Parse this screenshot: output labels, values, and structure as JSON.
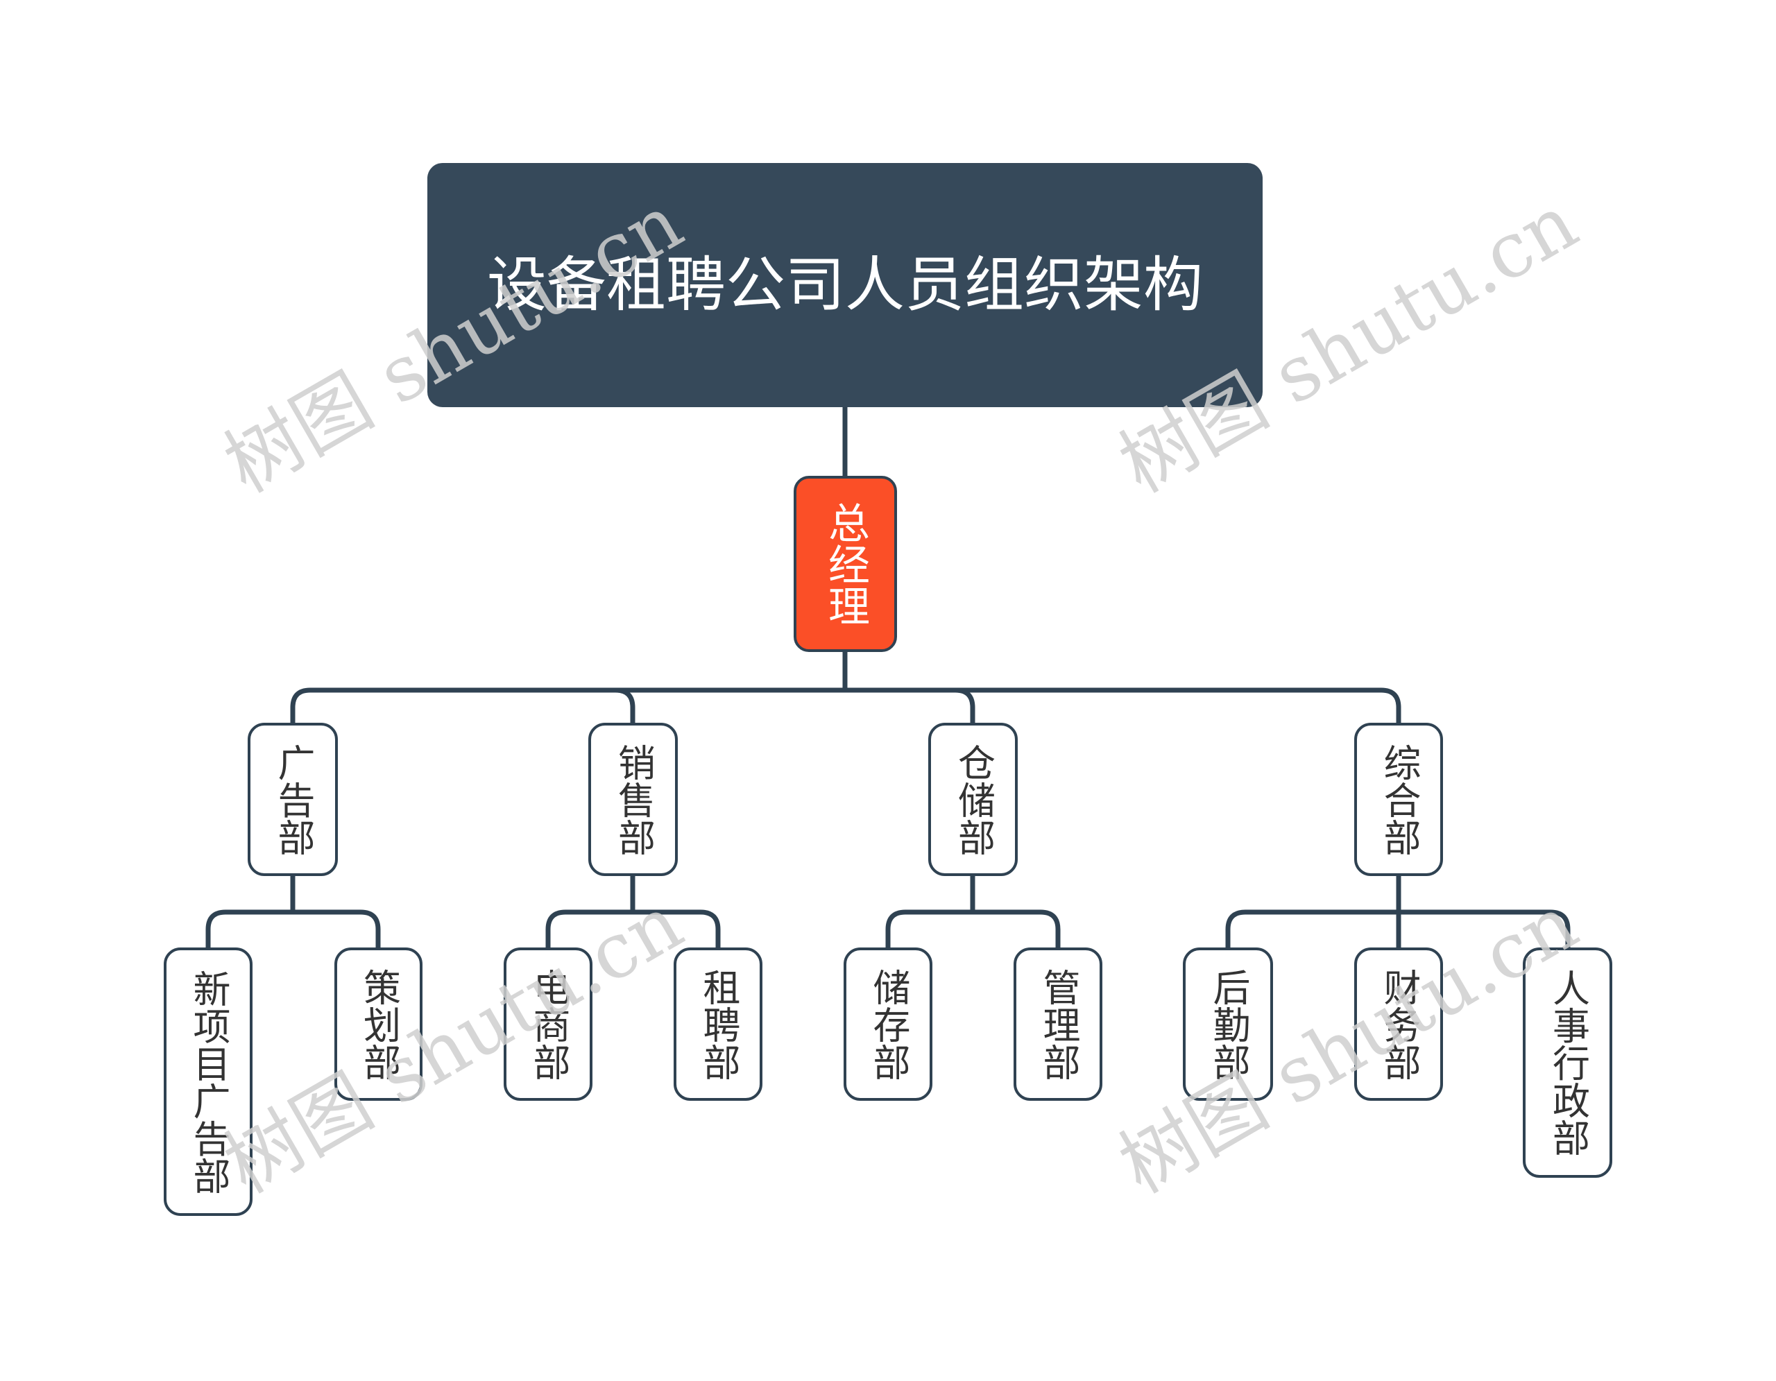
{
  "root": {
    "title": "设备租聘公司人员组织架构"
  },
  "general_manager": {
    "label": "总经理"
  },
  "departments": [
    {
      "label": "广告部",
      "children": [
        {
          "label": "新项目广告部"
        },
        {
          "label": "策划部"
        }
      ]
    },
    {
      "label": "销售部",
      "children": [
        {
          "label": "电商部"
        },
        {
          "label": "租聘部"
        }
      ]
    },
    {
      "label": "仓储部",
      "children": [
        {
          "label": "储存部"
        },
        {
          "label": "管理部"
        }
      ]
    },
    {
      "label": "综合部",
      "children": [
        {
          "label": "后勤部"
        },
        {
          "label": "财务部"
        },
        {
          "label": "人事行政部"
        }
      ]
    }
  ],
  "watermark": {
    "text": "树图 shutu.cn"
  },
  "colors": {
    "root_fill": "#36495a",
    "gm_fill": "#fb4f27",
    "line": "#2f4252",
    "node_text": "#333333"
  }
}
